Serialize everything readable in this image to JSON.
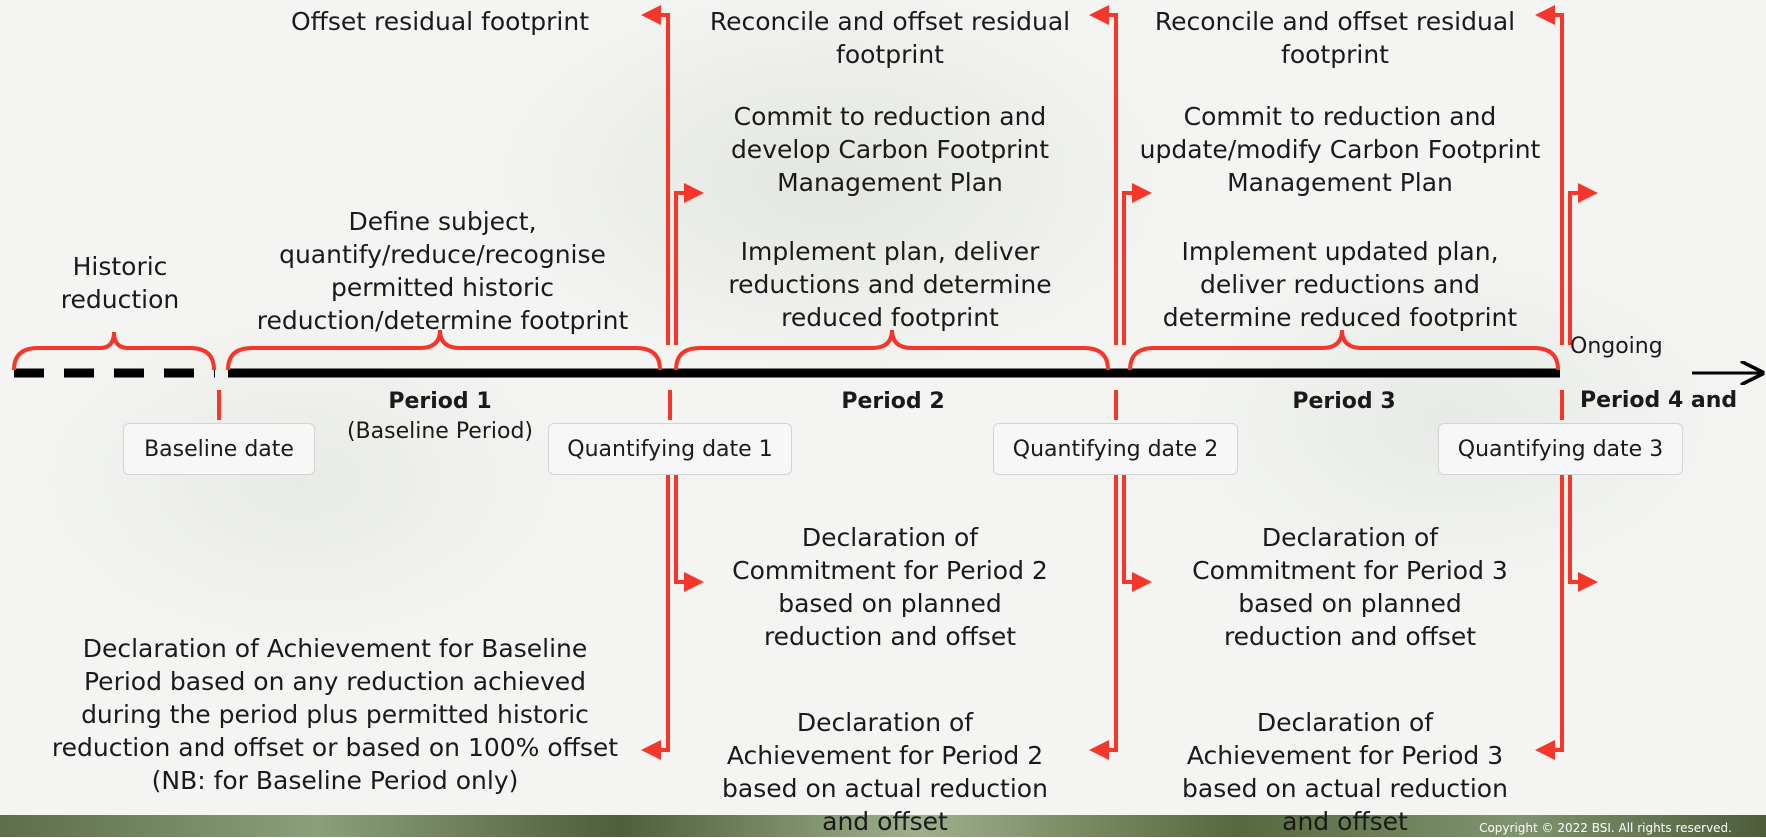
{
  "top_row": {
    "col1": "Offset residual footprint",
    "col2": "Reconcile and offset residual footprint",
    "col3": "Reconcile and offset residual footprint"
  },
  "plan_row": {
    "col2": "Commit to reduction and develop Carbon Footprint Management Plan",
    "col3": "Commit to reduction and update/modify Carbon Footprint Management Plan"
  },
  "period_tasks": {
    "historic": "Historic reduction",
    "p1": "Define subject, quantify/reduce/recognise permitted historic reduction/determine footprint",
    "p2": "Implement plan, deliver reductions and determine reduced footprint",
    "p3": "Implement updated plan, deliver reductions and determine reduced footprint",
    "ongoing": "Ongoing"
  },
  "periods": {
    "p1_label": "Period 1",
    "p1_sub": "(Baseline Period)",
    "p2_label": "Period 2",
    "p3_label": "Period 3",
    "p4_label": "Period 4 and"
  },
  "dates": {
    "baseline": "Baseline date",
    "q1": "Quantifying date 1",
    "q2": "Quantifying date 2",
    "q3": "Quantifying date 3"
  },
  "declarations": {
    "commit_p2": "Declaration of Commitment for Period 2 based on planned reduction and offset",
    "commit_p3": "Declaration of Commitment for Period 3 based on planned reduction and offset",
    "baseline_achievement": "Declaration of Achievement for Baseline Period based on any reduction achieved during the period plus permitted historic reduction and offset or based on 100% offset",
    "baseline_note": "(NB: for Baseline Period only)",
    "achieve_p2": "Declaration of Achievement for Period 2 based on actual reduction and offset",
    "achieve_p3": "Declaration of Achievement for Period 3 based on actual reduction and offset"
  },
  "footer": {
    "copyright": "Copyright © 2022 BSI. All rights reserved."
  },
  "colors": {
    "arrow_red": "#f4362b",
    "timeline": "#000000"
  }
}
